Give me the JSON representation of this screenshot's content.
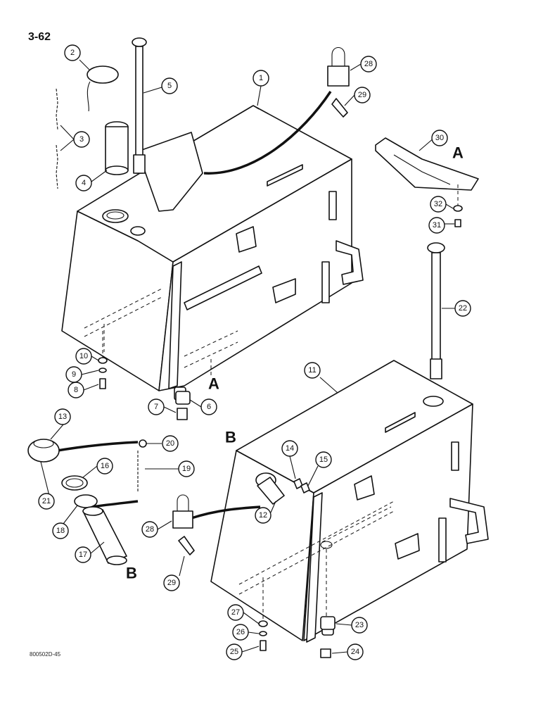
{
  "page": {
    "page_number": "3-62",
    "drawing_code": "800502D-45"
  },
  "section_letters": [
    "A",
    "A",
    "B",
    "B"
  ],
  "callouts": [
    "1",
    "2",
    "3",
    "4",
    "5",
    "6",
    "7",
    "8",
    "9",
    "10",
    "11",
    "12",
    "13",
    "14",
    "15",
    "16",
    "17",
    "18",
    "19",
    "20",
    "21",
    "22",
    "23",
    "24",
    "25",
    "26",
    "27",
    "28",
    "28",
    "29",
    "29",
    "30",
    "31",
    "32"
  ]
}
